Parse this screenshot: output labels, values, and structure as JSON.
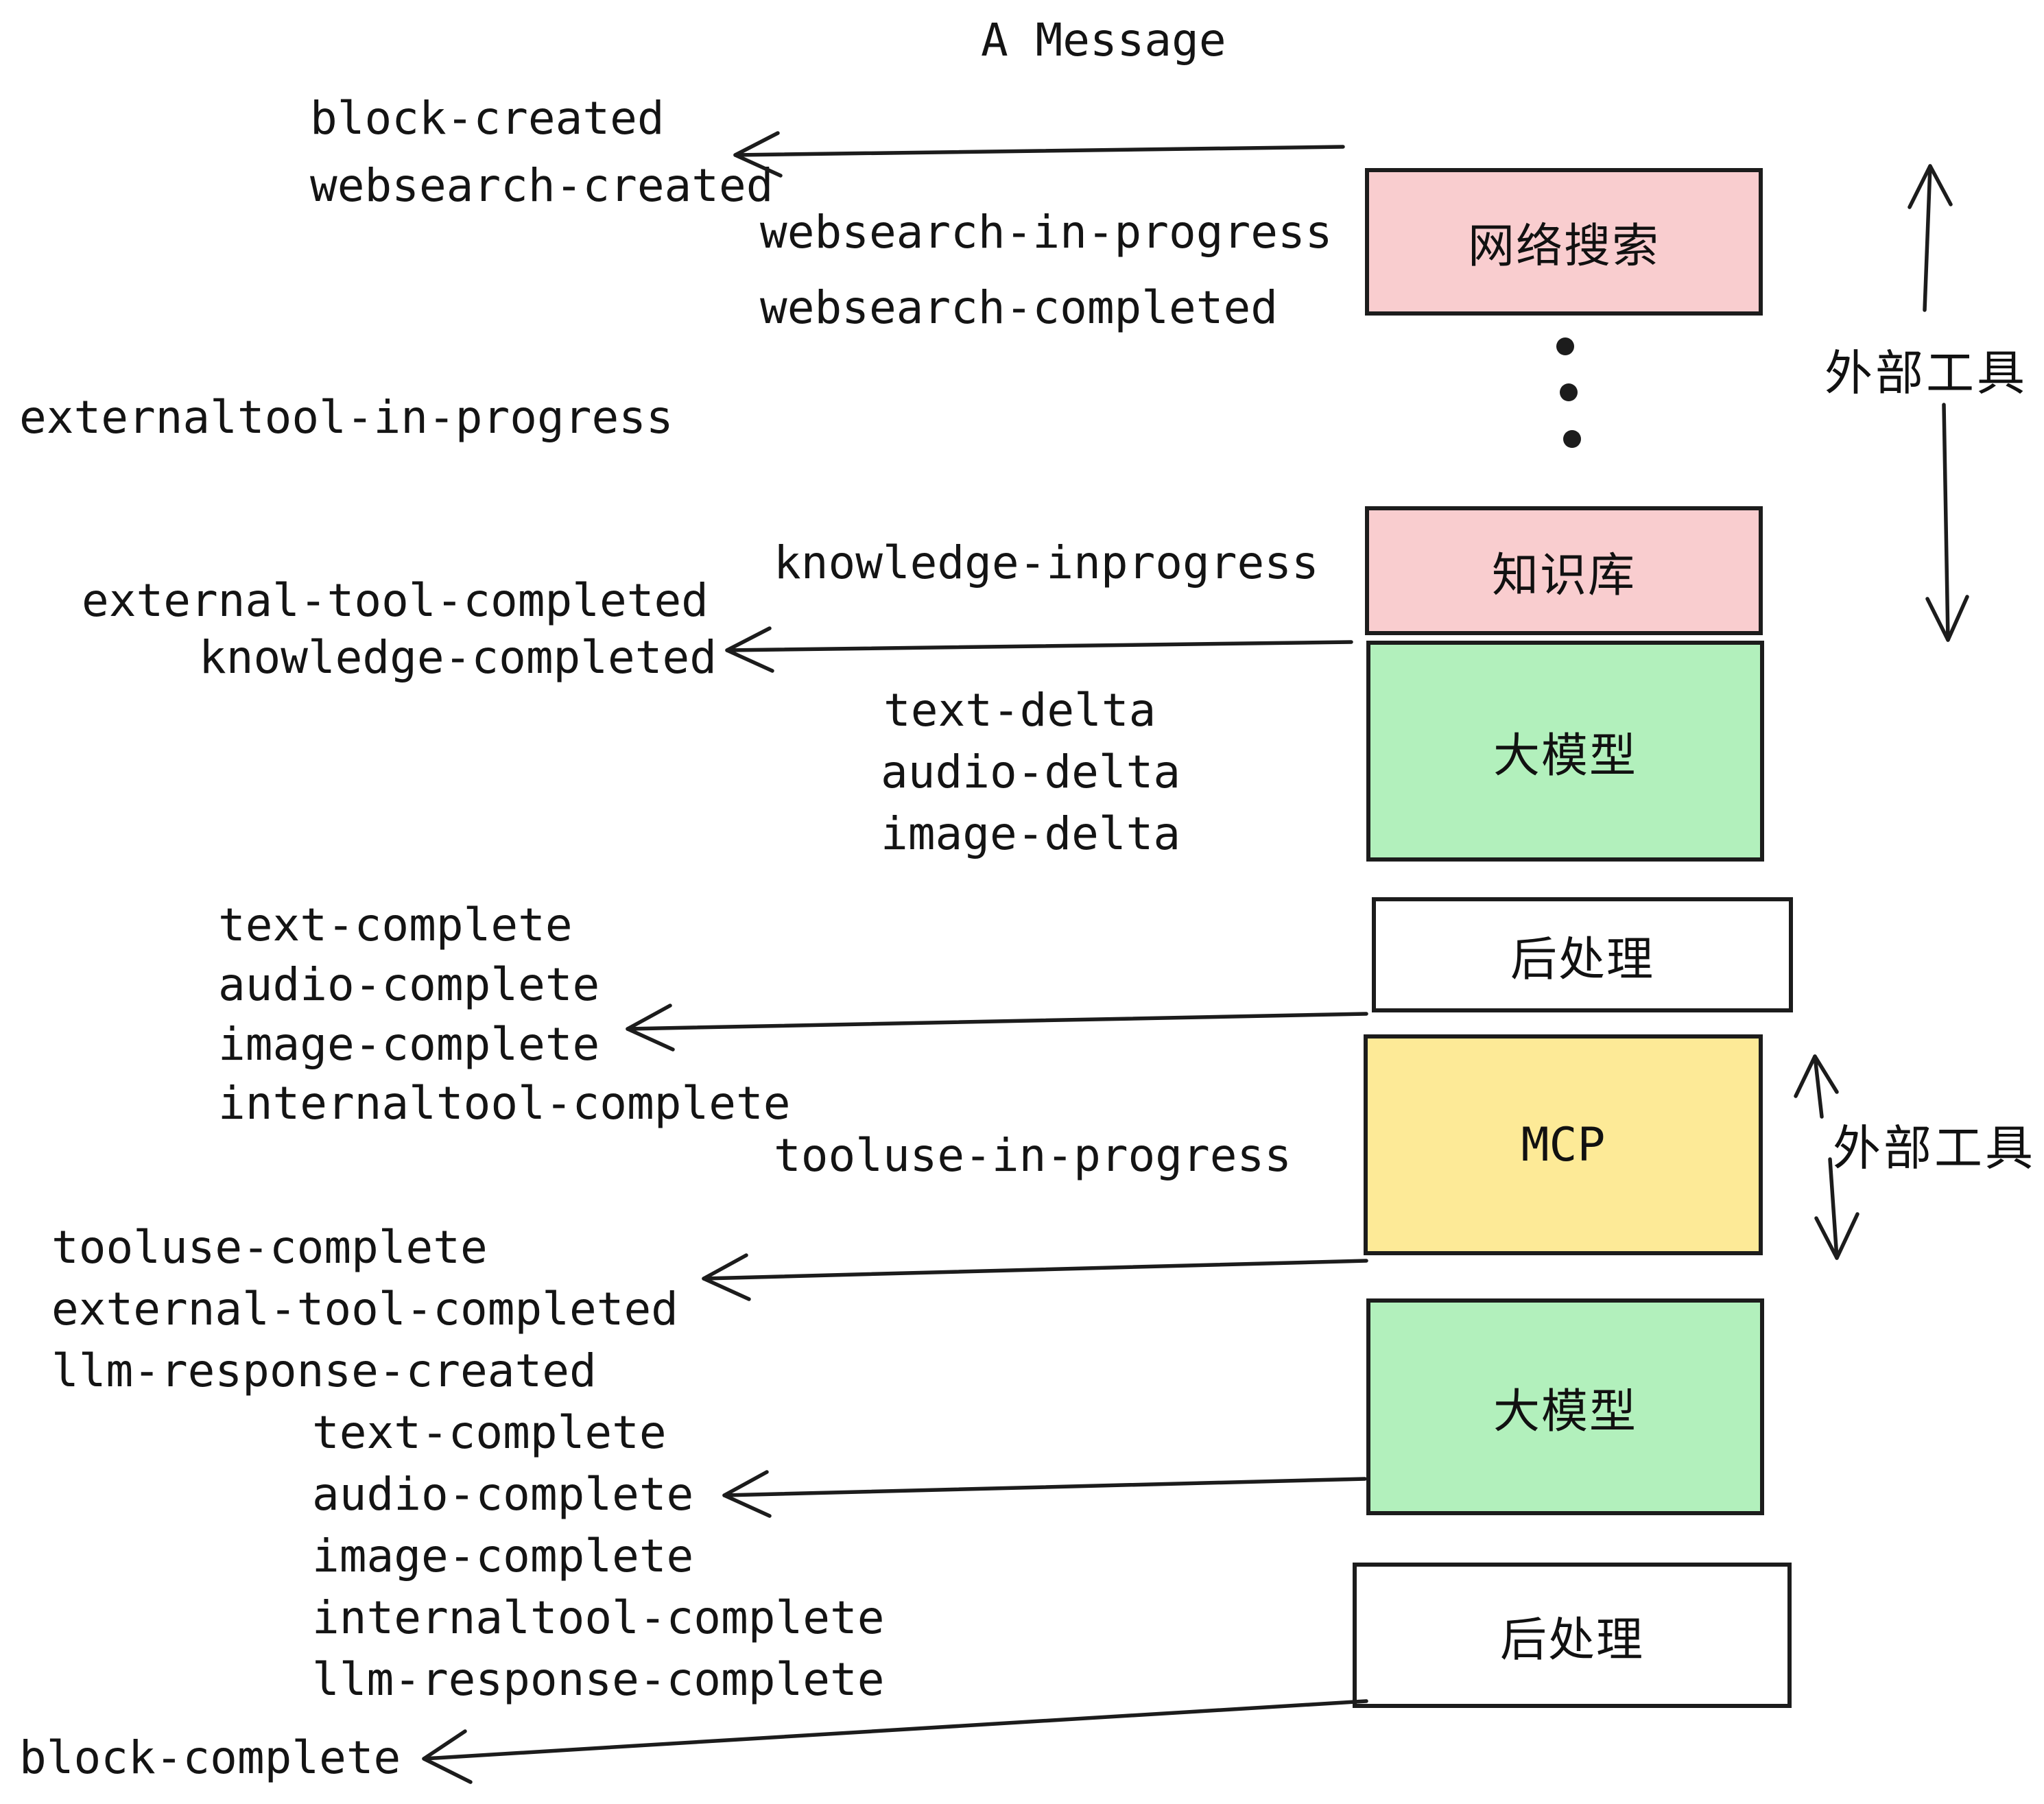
{
  "title": "A Message",
  "colors": {
    "box_pink": "#f9cdcf",
    "box_green": "#b2f0bc",
    "box_yellow": "#fdea97",
    "box_white": "#ffffff",
    "stroke": "#1c1c1c",
    "text": "#141414"
  },
  "events": {
    "block_created": "block-created",
    "websearch_created": "websearch-created",
    "websearch_in_progress": "websearch-in-progress",
    "websearch_completed": "websearch-completed",
    "externaltool_in_progress": "externaltool-in-progress",
    "knowledge_inprogress": "knowledge-inprogress",
    "external_tool_completed": "external-tool-completed",
    "knowledge_completed": "knowledge-completed",
    "text_delta": "text-delta",
    "audio_delta": "audio-delta",
    "image_delta": "image-delta",
    "text_complete": "text-complete",
    "audio_complete": "audio-complete",
    "image_complete": "image-complete",
    "internaltool_complete": "internaltool-complete",
    "tooluse_in_progress": "tooluse-in-progress",
    "tooluse_complete": "tooluse-complete",
    "llm_response_created": "llm-response-created",
    "llm_response_complete": "llm-response-complete",
    "block_complete": "block-complete"
  },
  "boxes": {
    "websearch": "网络搜索",
    "knowledge": "知识库",
    "llm": "大模型",
    "post": "后处理",
    "mcp": "MCP"
  },
  "side_labels": {
    "external_tools": "外部工具"
  }
}
